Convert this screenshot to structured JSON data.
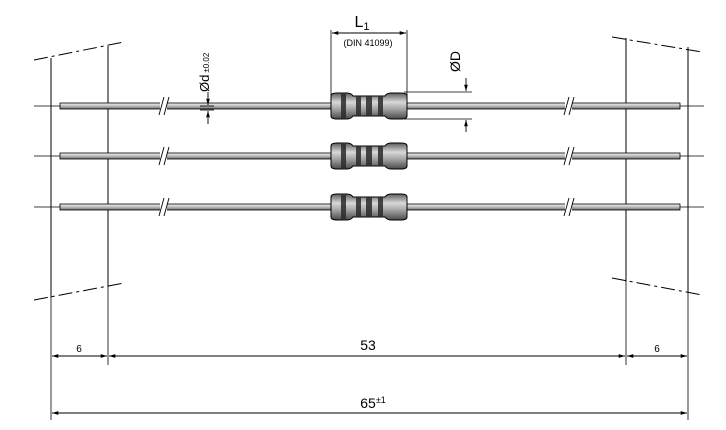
{
  "labels": {
    "L1": "L",
    "L1_sub": "1",
    "din": "(DIN 41099)",
    "diameter_d": "Ød",
    "diameter_d_tol": "±0.02",
    "diameter_D": "ØD",
    "dim_left": "6",
    "dim_middle": "53",
    "dim_right": "6",
    "dim_total": "65",
    "dim_total_tol": "±1"
  },
  "resistor_count": 3,
  "colors": {
    "ink": "#000000",
    "lead": "#d8d8d8",
    "body": "#9a9a9a",
    "band": "#202020"
  }
}
